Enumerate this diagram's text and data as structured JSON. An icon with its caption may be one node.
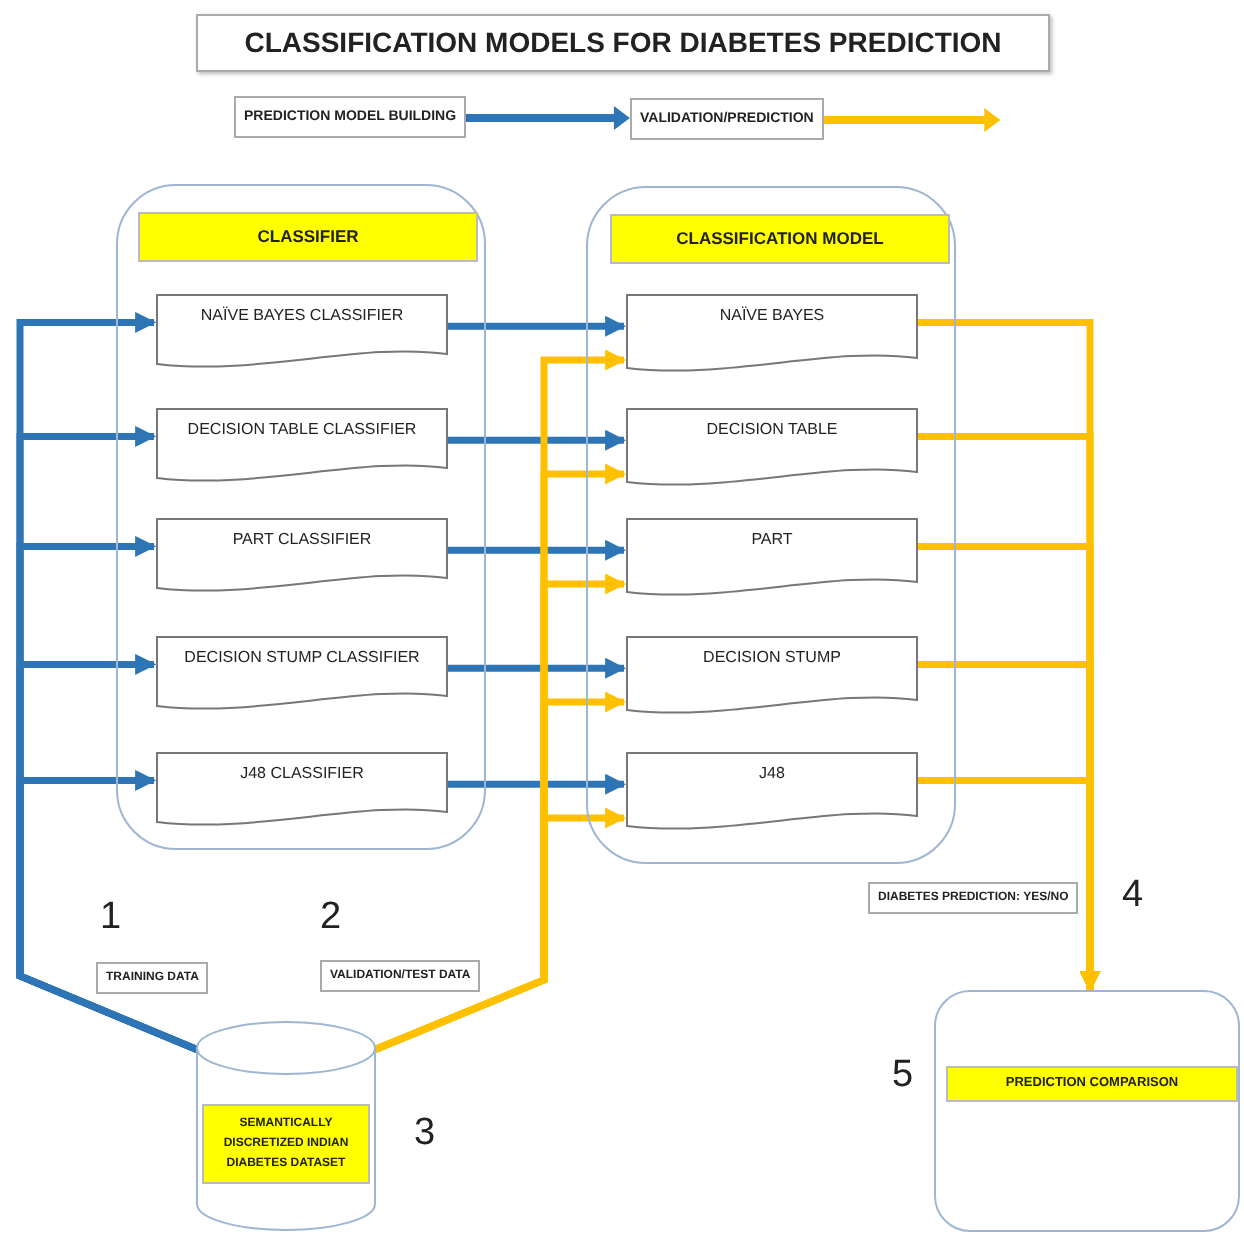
{
  "diagram": {
    "title": "CLASSIFICATION MODELS FOR DIABETES PREDICTION",
    "nodes": [
      {
        "text": [
          "CLASSIFIER"
        ]
      },
      {
        "text": [
          "NAÏVE BAYES CLASSIFIER"
        ],
        "in": 0
      },
      {
        "text": [
          "DECISION TABLE CLASSIFIER"
        ],
        "in": 0
      },
      {
        "text": [
          "PART CLASSIFIER"
        ],
        "in": 0
      },
      {
        "text": [
          "DECISION STUMP CLASSIFIER"
        ],
        "in": 0
      },
      {
        "text": [
          "J48 CLASSIFIER"
        ],
        "in": 0
      },
      {
        "text": [
          "CLASSIFICATION MODEL"
        ]
      },
      {
        "text": [
          "NAÏVE BAYES"
        ],
        "in": 6
      },
      {
        "text": [
          "DECISION TABLE"
        ],
        "in": 6
      },
      {
        "text": [
          "PART"
        ],
        "in": 6
      },
      {
        "text": [
          "DECISION STUMP"
        ],
        "in": 6
      },
      {
        "text": [
          "J48"
        ],
        "in": 6
      },
      {
        "text": [
          "SEMANTICALLY DISCRETIZED INDIAN DIABETES DATASET"
        ],
        "beside": [
          "3"
        ]
      },
      {
        "text": [
          "PREDICTION COMPARISON"
        ],
        "beside": [
          "5"
        ]
      }
    ],
    "edges": [
      {
        "from": 12,
        "to": 1,
        "arrow": "to"
      },
      {
        "from": 12,
        "to": 2,
        "arrow": "to"
      },
      {
        "from": 12,
        "to": 3,
        "arrow": "to"
      },
      {
        "from": 12,
        "to": 4,
        "arrow": "to"
      },
      {
        "from": 12,
        "to": 5,
        "arrow": "to"
      },
      {
        "from": 1,
        "to": 7,
        "arrow": "to"
      },
      {
        "from": 2,
        "to": 8,
        "arrow": "to"
      },
      {
        "from": 3,
        "to": 9,
        "arrow": "to"
      },
      {
        "from": 4,
        "to": 10,
        "arrow": "to"
      },
      {
        "from": 5,
        "to": 11,
        "arrow": "to"
      },
      {
        "from": 12,
        "to": 7,
        "arrow": "to",
        "color": "#ffc000"
      },
      {
        "from": 12,
        "to": 8,
        "arrow": "to",
        "color": "#ffc000"
      },
      {
        "from": 12,
        "to": 9,
        "arrow": "to",
        "color": "#ffc000"
      },
      {
        "from": 12,
        "to": 10,
        "arrow": "to",
        "color": "#ffc000"
      },
      {
        "from": 12,
        "to": 11,
        "arrow": "to",
        "color": "#ffc000"
      },
      {
        "from": 7,
        "to": 13,
        "arrow": "to",
        "color": "#ffc000"
      },
      {
        "from": 8,
        "to": 13,
        "arrow": "to",
        "color": "#ffc000"
      },
      {
        "from": 9,
        "to": 13,
        "arrow": "to",
        "color": "#ffc000"
      },
      {
        "from": 10,
        "to": 13,
        "arrow": "to",
        "color": "#ffc000"
      },
      {
        "from": 11,
        "to": 13,
        "arrow": "to",
        "color": "#ffc000"
      }
    ],
    "labels": [
      "1",
      "TRAINING DATA",
      "2",
      "VALIDATION/TEST DATA",
      "DIABETES PREDICTION: YES/NO",
      "4"
    ],
    "legend": [
      {
        "text": "PREDICTION MODEL BUILDING"
      },
      {
        "text": "VALIDATION/PREDICTION"
      }
    ]
  }
}
